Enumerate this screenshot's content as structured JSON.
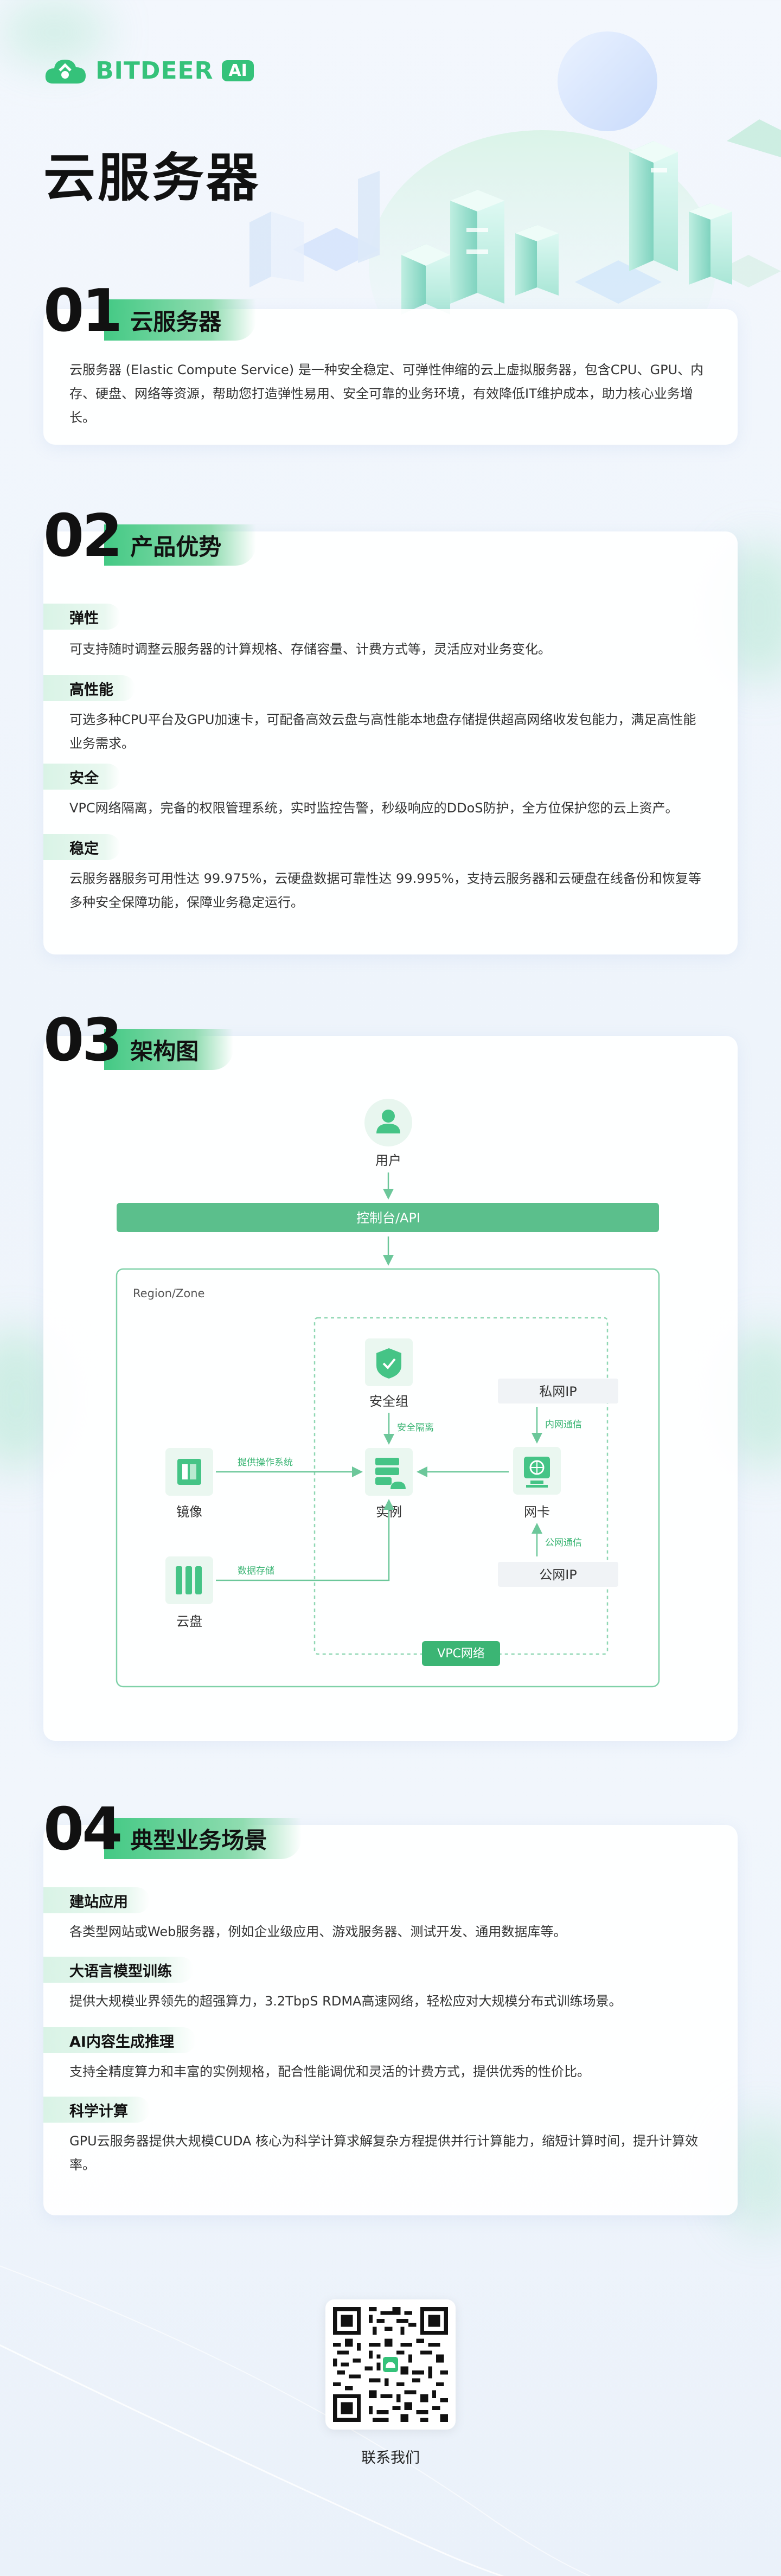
{
  "brand": {
    "name": "BITDEER",
    "badge": "AI",
    "color": "#35c27a"
  },
  "hero": {
    "title": "云服务器"
  },
  "sections": {
    "s1": {
      "num": "01",
      "title": "云服务器",
      "body": "云服务器 (Elastic Compute Service) 是一种安全稳定、可弹性伸缩的云上虚拟服务器，包含CPU、GPU、内存、硬盘、网络等资源，帮助您打造弹性易用、安全可靠的业务环境，有效降低IT维护成本，助力核心业务增长。"
    },
    "s2": {
      "num": "02",
      "title": "产品优势",
      "items": [
        {
          "label": "弹性",
          "text": "可支持随时调整云服务器的计算规格、存储容量、计费方式等，灵活应对业务变化。"
        },
        {
          "label": "高性能",
          "text": "可选多种CPU平台及GPU加速卡，可配备高效云盘与高性能本地盘存储提供超高网络收发包能力，满足高性能业务需求。"
        },
        {
          "label": "安全",
          "text": "VPC网络隔离，完备的权限管理系统，实时监控告警，秒级响应的DDoS防护，全方位保护您的云上资产。"
        },
        {
          "label": "稳定",
          "text": "云服务器服务可用性达 99.975%，云硬盘数据可靠性达 99.995%，支持云服务器和云硬盘在线备份和恢复等多种安全保障功能，保障业务稳定运行。"
        }
      ]
    },
    "s3": {
      "num": "03",
      "title": "架构图",
      "diagram": {
        "user": "用户",
        "console": "控制台/API",
        "region": "Region/Zone",
        "security_group": "安全组",
        "security_isolation": "安全隔离",
        "instance": "实例",
        "image": "镜像",
        "provide_os": "提供操作系统",
        "disk": "云盘",
        "data_storage": "数据存储",
        "private_ip": "私网IP",
        "intranet": "内网通信",
        "nic": "网卡",
        "public_comm": "公网通信",
        "public_ip": "公网IP",
        "vpc": "VPC网络"
      }
    },
    "s4": {
      "num": "04",
      "title": "典型业务场景",
      "items": [
        {
          "label": "建站应用",
          "text": "各类型网站或Web服务器，例如企业级应用、游戏服务器、测试开发、通用数据库等。"
        },
        {
          "label": "大语言模型训练",
          "text": "提供大规模业界领先的超强算力，3.2TbpS RDMA高速网络，轻松应对大规模分布式训练场景。"
        },
        {
          "label": "AI内容生成推理",
          "text": "支持全精度算力和丰富的实例规格，配合性能调优和灵活的计费方式，提供优秀的性价比。"
        },
        {
          "label": "科学计算",
          "text": "GPU云服务器提供大规模CUDA 核心为科学计算求解复杂方程提供并行计算能力，缩短计算时间，提升计算效率。"
        }
      ]
    }
  },
  "footer": {
    "contact": "联系我们"
  }
}
